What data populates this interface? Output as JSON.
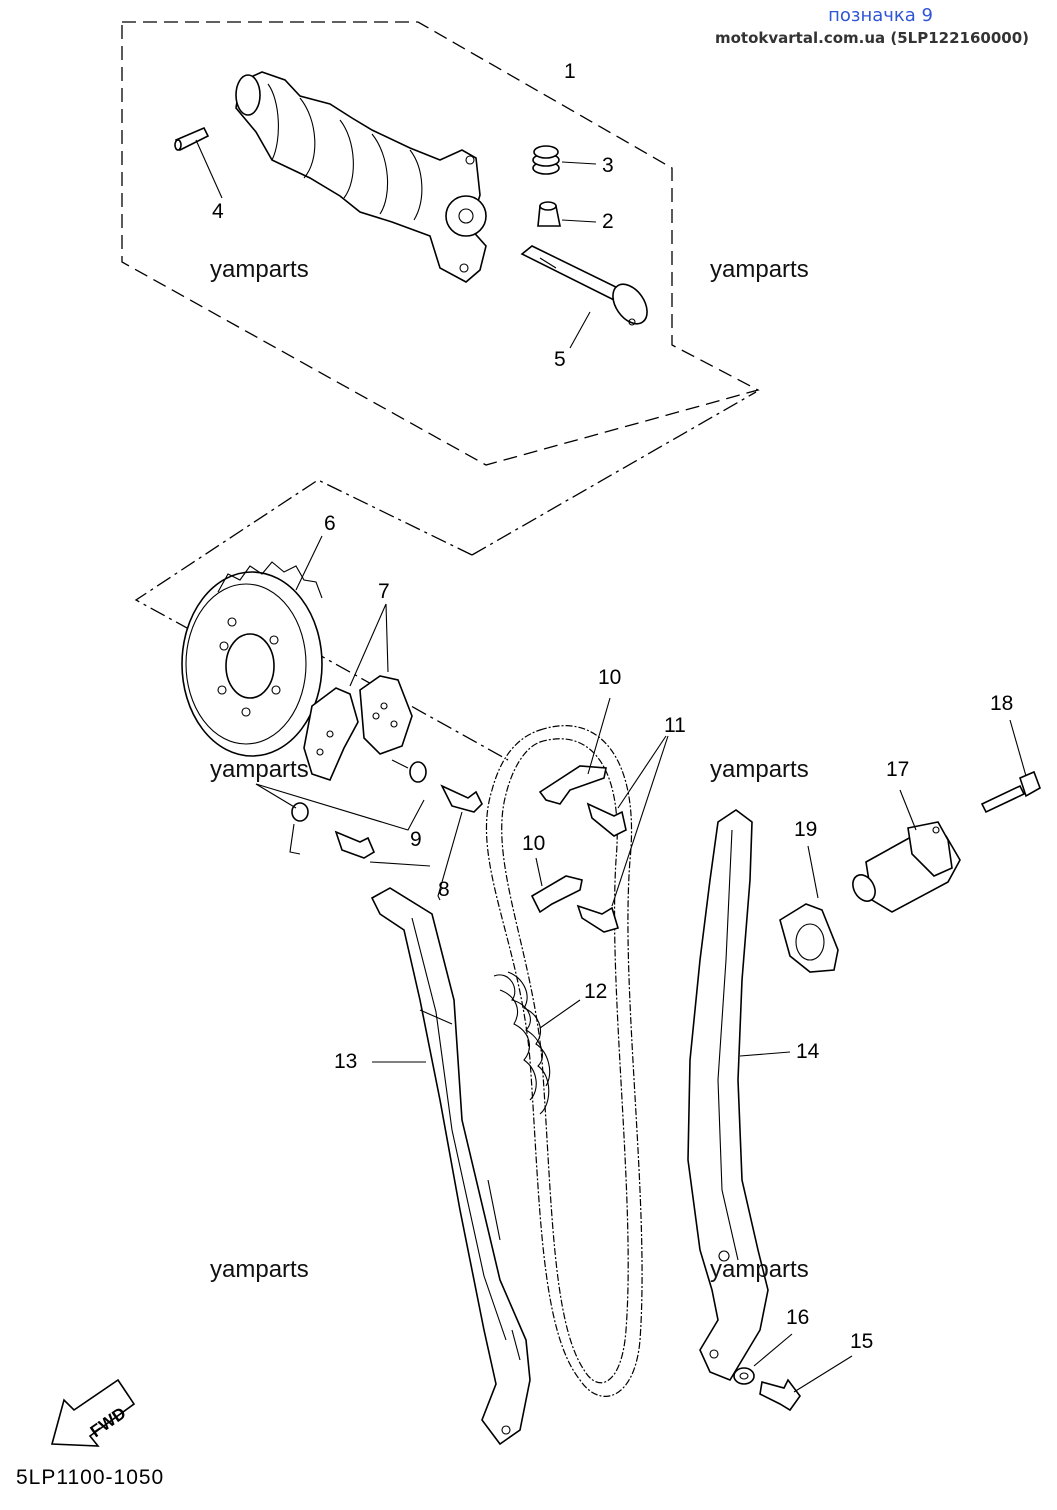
{
  "header": {
    "title": "позначка 9",
    "source": "motokvartal.com.ua (5LP122160000)"
  },
  "watermarks": [
    "yamparts",
    "yamparts",
    "yamparts",
    "yamparts",
    "yamparts",
    "yamparts"
  ],
  "callouts": {
    "n1": "1",
    "n2": "2",
    "n3": "3",
    "n4": "4",
    "n5": "5",
    "n6": "6",
    "n7": "7",
    "n8": "8",
    "n9": "9",
    "n10a": "10",
    "n10b": "10",
    "n11": "11",
    "n12": "12",
    "n13": "13",
    "n14": "14",
    "n15": "15",
    "n16": "16",
    "n17": "17",
    "n18": "18",
    "n19": "19"
  },
  "fwd_label": "FWD",
  "footer": {
    "diagram_code": "5LP1100-1050"
  },
  "colors": {
    "header_title": "#2f56d6",
    "header_source": "#333333",
    "lines": "#000000"
  }
}
